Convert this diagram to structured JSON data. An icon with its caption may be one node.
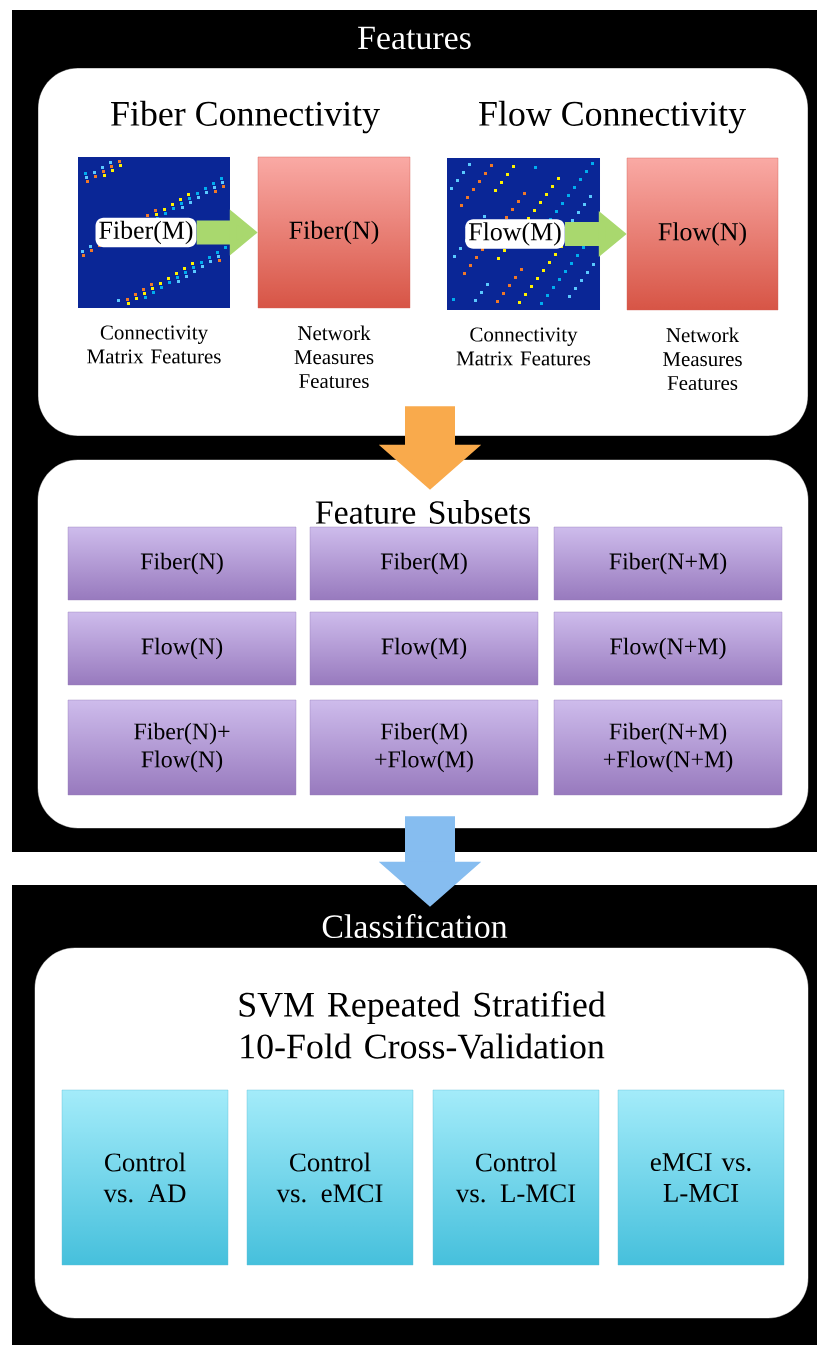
{
  "diagram": {
    "nodes": [
      {
        "text": [
          "Features"
        ]
      },
      {
        "text": [],
        "shape": "box",
        "in": 0
      },
      {
        "text": [
          "Fiber(M)"
        ],
        "beside": [
          "Connectivity Matrix Features"
        ],
        "in": 1
      },
      {
        "text": [
          "Fiber(N)"
        ],
        "beside": [
          "Network Measures Features"
        ],
        "in": 1
      },
      {
        "text": [
          "Flow(M)"
        ],
        "beside": [
          "Connectivity Matrix Features"
        ],
        "in": 1
      },
      {
        "text": [
          "Flow(N)"
        ],
        "beside": [
          "Network Measures Features"
        ],
        "in": 1
      },
      {
        "text": [
          "Feature Subsets"
        ],
        "in": 0
      },
      {
        "text": [
          "Fiber(N)"
        ],
        "in": 6
      },
      {
        "text": [
          "Fiber(M)"
        ],
        "in": 6
      },
      {
        "text": [
          "Fiber(N+M)"
        ],
        "in": 6
      },
      {
        "text": [
          "Flow(N)"
        ],
        "in": 6
      },
      {
        "text": [
          "Flow(M)"
        ],
        "in": 6
      },
      {
        "text": [
          "Flow(N+M)"
        ],
        "in": 6
      },
      {
        "text": [
          "Fiber(N)+ Flow(N)"
        ],
        "in": 6
      },
      {
        "text": [
          "Fiber(M) +Flow(M)"
        ],
        "in": 6
      },
      {
        "text": [
          "Fiber(N+M) +Flow(N+M)"
        ],
        "in": 6
      },
      {
        "text": [
          "Classification"
        ]
      },
      {
        "text": [
          "SVM Repeated Stratified 10-Fold Cross-Validation"
        ],
        "in": 16
      },
      {
        "text": [
          "Control vs. AD"
        ],
        "in": 17
      },
      {
        "text": [
          "Control vs. eMCI"
        ],
        "in": 17
      },
      {
        "text": [
          "Control vs. L-MCI"
        ],
        "in": 17
      },
      {
        "text": [
          "eMCI vs. L-MCI"
        ],
        "in": 17
      }
    ],
    "edges": [
      {
        "from": 2,
        "to": 3,
        "arrow": "to",
        "color": "#a9d86e"
      },
      {
        "from": 4,
        "to": 5,
        "arrow": "to",
        "color": "#a9d86e"
      },
      {
        "from": 1,
        "to": 6,
        "arrow": "to",
        "style": "thick",
        "color": "#f9aa4c"
      },
      {
        "from": 6,
        "to": 16,
        "arrow": "to",
        "style": "thick",
        "color": "#86bdf0"
      }
    ],
    "labels": [
      "Fiber Connectivity",
      "Flow Connectivity"
    ]
  }
}
